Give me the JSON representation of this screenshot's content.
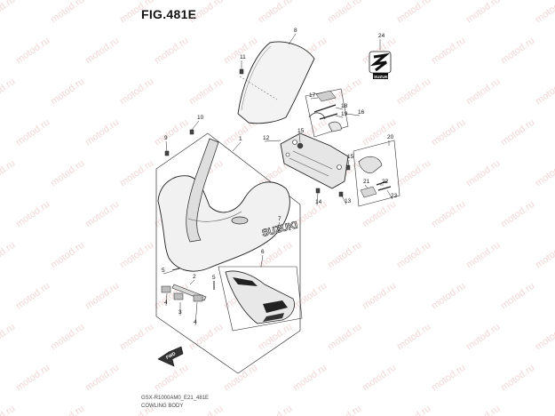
{
  "figure": {
    "title": "FIG.481E",
    "footer_code": "GSX-R1000AM0_E21_481E",
    "footer_name": "COWLING BODY"
  },
  "watermark": "motod.ru",
  "badge_text": "SUZUKI",
  "cowl_decal_text": "SUZUKI",
  "arrow_label": "FWD",
  "callouts": [
    "1",
    "2",
    "3",
    "4",
    "4",
    "5",
    "5",
    "6",
    "7",
    "8",
    "9",
    "10",
    "11",
    "12",
    "13",
    "14",
    "15",
    "15",
    "16",
    "17",
    "18",
    "19",
    "20",
    "21",
    "22",
    "23",
    "24"
  ]
}
